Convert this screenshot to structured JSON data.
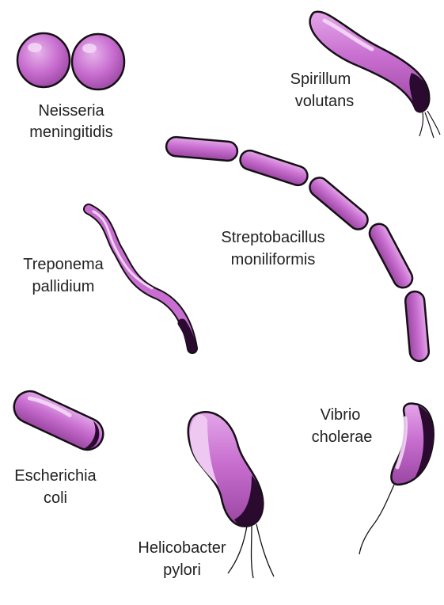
{
  "colors": {
    "body": "#c86ed0",
    "highlight": "#e8b2ec",
    "shade": "#a04aa8",
    "dark": "#2a0a2e",
    "outline": "#151015",
    "text": "#222222"
  },
  "organisms": [
    {
      "id": "neisseria",
      "line1": "Neisseria",
      "line2": "meningitidis",
      "icon": "diplococcus-icon"
    },
    {
      "id": "spirillum",
      "line1": "Spirillum",
      "line2": "volutans",
      "icon": "spirillum-icon"
    },
    {
      "id": "streptobacillus",
      "line1": "Streptobacillus",
      "line2": "moniliformis",
      "icon": "bacillus-chain-icon"
    },
    {
      "id": "treponema",
      "line1": "Treponema",
      "line2": "pallidium",
      "icon": "spirochete-icon"
    },
    {
      "id": "escherichia",
      "line1": "Escherichia",
      "line2": "coli",
      "icon": "rod-icon"
    },
    {
      "id": "vibrio",
      "line1": "Vibrio",
      "line2": "cholerae",
      "icon": "comma-rod-icon"
    },
    {
      "id": "helicobacter",
      "line1": "Helicobacter",
      "line2": "pylori",
      "icon": "flagellated-rod-icon"
    }
  ]
}
